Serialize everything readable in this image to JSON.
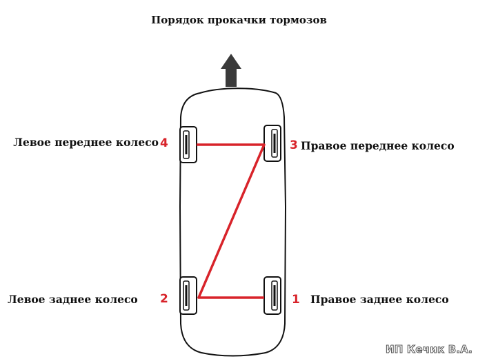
{
  "title": "Порядок прокачки тормозов",
  "wheels": [
    {
      "name": "Правое заднее колесо",
      "number": "1"
    },
    {
      "name": "Левое заднее колесо",
      "number": "2"
    },
    {
      "name": "Правое переднее колесо",
      "number": "3"
    },
    {
      "name": "Левое переднее колесо",
      "number": "4"
    }
  ],
  "credit": "ИП Кечик В.А.",
  "colors": {
    "bleed_path": "#d8232a",
    "number": "#d8232a",
    "outline": "#111111",
    "arrow": "#3a3a3a"
  },
  "icons": {
    "direction": "up-arrow-icon",
    "wheel": "tire-icon"
  }
}
